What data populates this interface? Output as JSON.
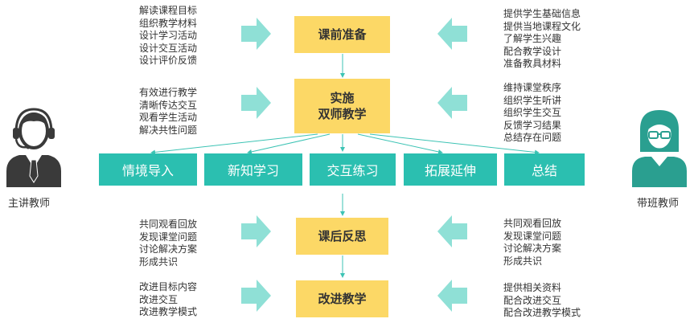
{
  "stages": {
    "pre_class": "课前准备",
    "implement": [
      "实施",
      "双师教学"
    ],
    "post_class": "课后反思",
    "improve": "改进教学"
  },
  "steps": [
    "情境导入",
    "新知学习",
    "交互练习",
    "拓展延伸",
    "总结"
  ],
  "left_notes": {
    "pre_class": [
      "解读课程目标",
      "组织教学材料",
      "设计学习活动",
      "设计交互活动",
      "设计评价反馈"
    ],
    "implement": [
      "有效进行教学",
      "清晰传达交互",
      "观看学生活动",
      "解决共性问题"
    ],
    "post_class": [
      "共同观看回放",
      "发现课堂问题",
      "讨论解决方案",
      "形成共识"
    ],
    "improve": [
      "改进目标内容",
      "改进交互",
      "改进教学模式"
    ]
  },
  "right_notes": {
    "pre_class": [
      "提供学生基础信息",
      "提供当地课程文化",
      "了解学生兴趣",
      "配合教学设计",
      "准备教具材料"
    ],
    "implement": [
      "维持课堂秩序",
      "组织学生听讲",
      "组织学生交互",
      "反馈学习结果",
      "总结存在问题"
    ],
    "post_class": [
      "共同观看回放",
      "发现课堂问题",
      "讨论解决方案",
      "形成共识"
    ],
    "improve": [
      "提供相关资料",
      "配合改进交互",
      "配合改进教学模式"
    ]
  },
  "roles": {
    "left": "主讲教师",
    "right": "带班教师"
  },
  "colors": {
    "stage_fill": "#fcd866",
    "step_fill": "#2bbfb0",
    "arrow": "#8fe0d6",
    "connector": "#3cc3b4",
    "figure_dark": "#3a3a3a",
    "figure_teal": "#2a9f90"
  }
}
